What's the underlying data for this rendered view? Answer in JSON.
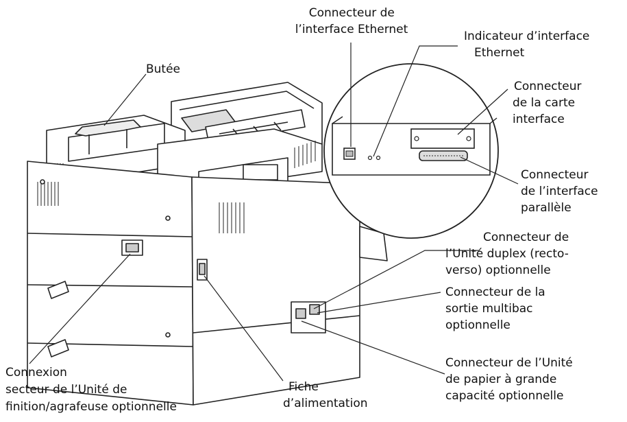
{
  "labels": {
    "ethernet_connector": [
      "Connecteur de",
      "l’interface Ethernet"
    ],
    "ethernet_indicator": [
      "Indicateur d’interface",
      "Ethernet"
    ],
    "stopper": [
      "Butée"
    ],
    "interface_card_connector": [
      "Connecteur",
      "de la carte",
      "interface"
    ],
    "parallel_connector": [
      "Connecteur",
      "de l’interface",
      "parallèle"
    ],
    "duplex_connector": [
      "Connecteur de",
      "l’Unité duplex (recto-",
      "verso) optionnelle"
    ],
    "multibin_connector": [
      "Connecteur de la",
      "sortie multibac",
      "optionnelle"
    ],
    "finisher_power": [
      "Connexion",
      "secteur de l’Unité de",
      "finition/agrafeuse optionnelle"
    ],
    "power_inlet": [
      "Fiche",
      "d’alimentation"
    ],
    "hcf_connector": [
      "Connecteur de l’Unité",
      "de papier à grande",
      "capacité optionnelle"
    ]
  }
}
